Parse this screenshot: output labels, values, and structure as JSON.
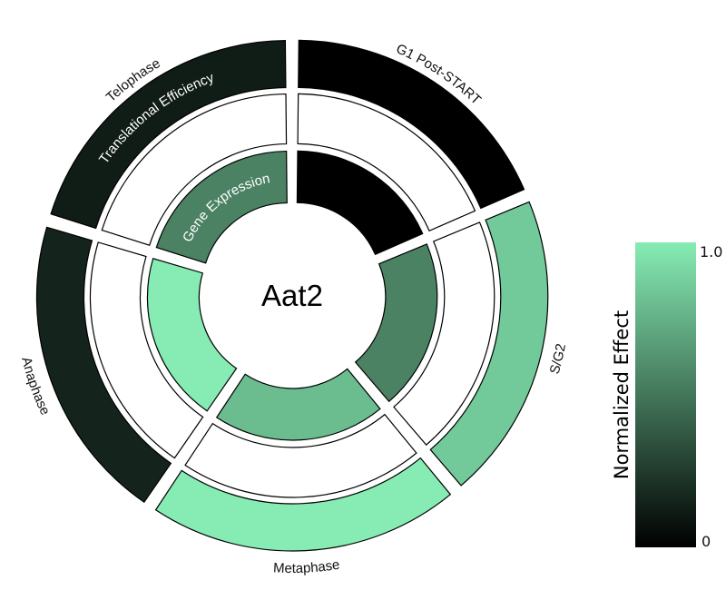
{
  "chart_data": {
    "type": "radial-heatmap",
    "title": "Aat2",
    "rings": [
      "Gene Expression",
      "Translational Efficiency",
      "Phase"
    ],
    "ring_labels": {
      "gene": "Gene Expression",
      "te": "Translational Efficiency"
    },
    "segments": [
      {
        "name": "G1 Post-START",
        "start": 0,
        "end": 67,
        "gene": 0.0,
        "te": null,
        "phase": 0.0
      },
      {
        "name": "S/G2",
        "start": 67,
        "end": 140,
        "gene": 0.55,
        "te": null,
        "phase": 0.85
      },
      {
        "name": "Metaphase",
        "start": 140,
        "end": 214,
        "gene": 0.8,
        "te": null,
        "phase": 1.0
      },
      {
        "name": "Anaphase",
        "start": 214,
        "end": 287,
        "gene": 1.0,
        "te": null,
        "phase": 0.15
      },
      {
        "name": "Telophase",
        "start": 287,
        "end": 360,
        "gene": 0.55,
        "te": null,
        "phase": 0.12
      }
    ],
    "colorbar": {
      "title": "Normalized Effect",
      "min_label": "0",
      "max_label": "1.0",
      "range": [
        0,
        1
      ],
      "low_color": "#000000",
      "high_color": "#86ecb4"
    }
  }
}
